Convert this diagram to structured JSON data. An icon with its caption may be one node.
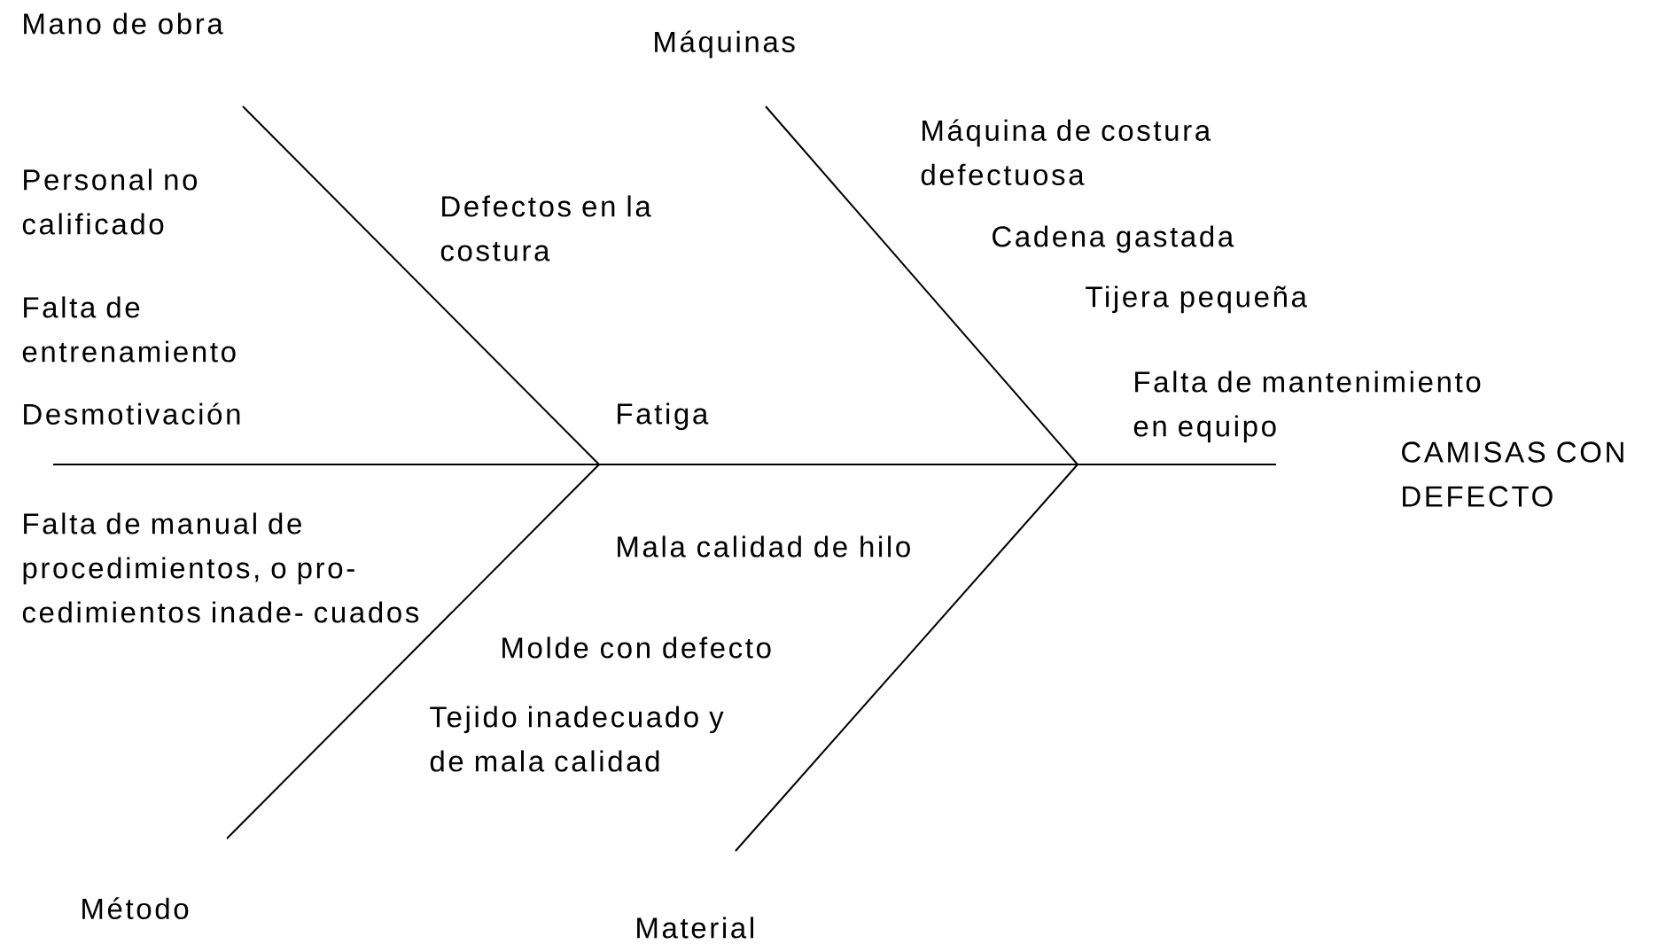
{
  "diagram": {
    "labels": [
      "Mano de obra",
      "Máquinas",
      "Máquina de costura defectuosa",
      "Personal no calificado",
      "Defectos en la costura",
      "Cadena gastada",
      "Tijera pequeña",
      "Falta de entrenamiento",
      "Falta de mantenimiento en equipo",
      "Desmotivación",
      "Fatiga",
      "CAMISAS CON DEFECTO",
      "Falta de manual de procedimientos, o pro- cedimientos inade- cuados",
      "Mala calidad de hilo",
      "Molde con defecto",
      "Tejido inadecuado y de mala calidad",
      "Método",
      "Material"
    ]
  }
}
